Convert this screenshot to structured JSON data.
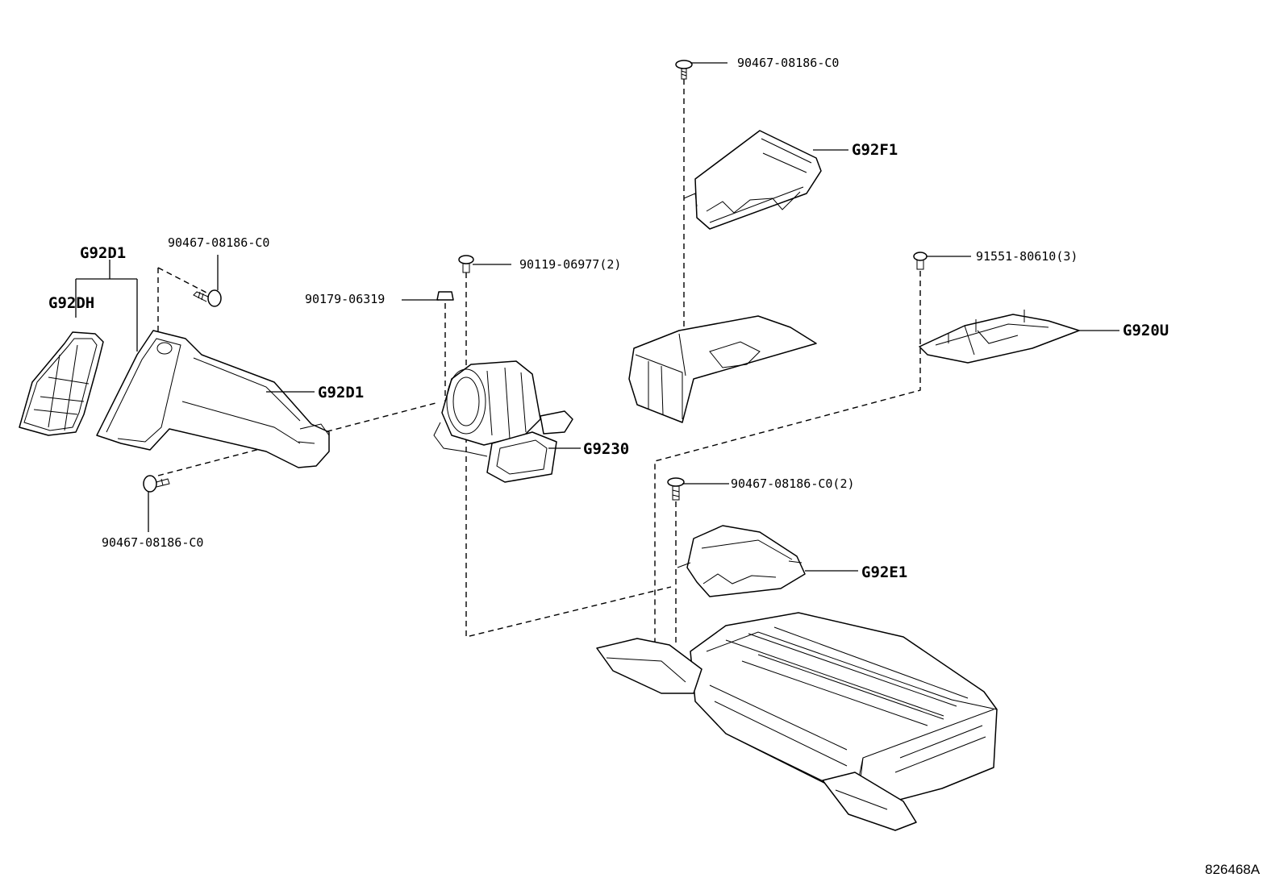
{
  "callouts": {
    "screw_top": "90467-08186-C0",
    "g92f1": "G92F1",
    "g92d1_top": "G92D1",
    "g92dh": "G92DH",
    "screw_left_top": "90467-08186-C0",
    "bolt_90119": "90119-06977(2)",
    "nut_90179": "90179-06319",
    "nut_91551": "91551-80610(3)",
    "g920u": "G920U",
    "g92d1_mid": "G92D1",
    "g9230": "G9230",
    "screw_left_bottom": "90467-08186-C0",
    "screw_mid": "90467-08186-C0(2)",
    "g92e1": "G92E1"
  },
  "figure_ref": "826468A"
}
